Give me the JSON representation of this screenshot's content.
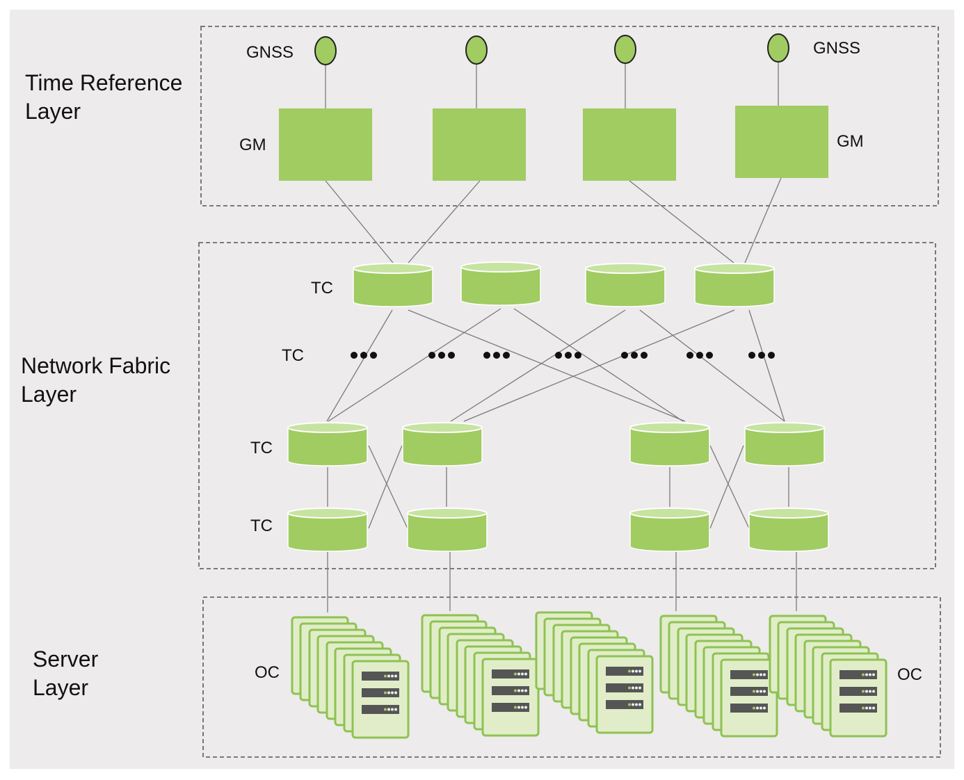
{
  "layers": {
    "time_reference": "Time Reference\nLayer",
    "network_fabric": "Network Fabric\nLayer",
    "server": "Server\nLayer"
  },
  "labels": {
    "gnss_left": "GNSS",
    "gnss_right": "GNSS",
    "gm_left": "GM",
    "gm_right": "GM",
    "tc_top": "TC",
    "tc_mid": "TC",
    "tc_low1": "TC",
    "tc_low2": "TC",
    "oc_left": "OC",
    "oc_right": "OC"
  },
  "colors": {
    "background": "#edebeb",
    "node_green": "#a0cc62",
    "node_top": "#c6e3a0",
    "server_fill": "#e1edc9",
    "server_border": "#8ec253",
    "link": "#7a7a7a",
    "dashed_border": "#6a6a6a"
  }
}
